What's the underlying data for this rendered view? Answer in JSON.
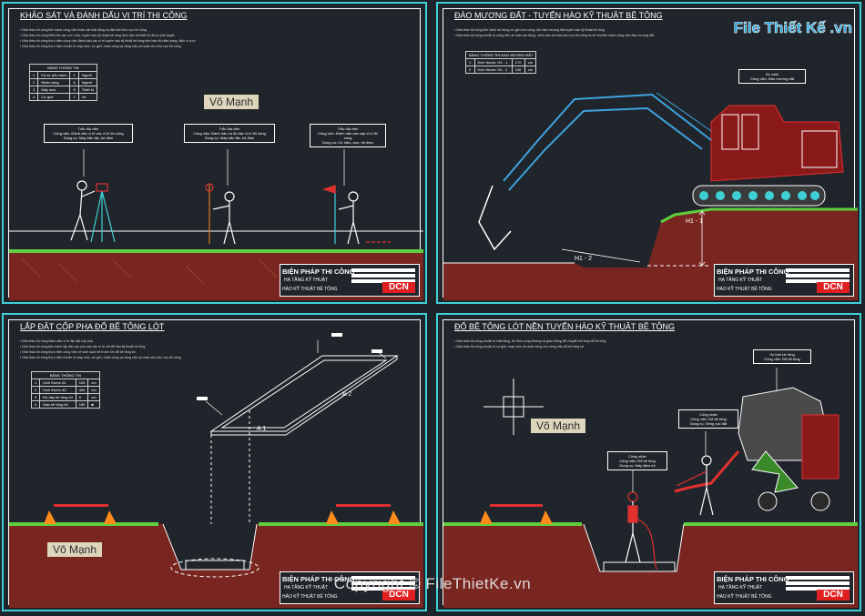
{
  "brand": {
    "name": "File Thiết Kế .vn",
    "sub": ""
  },
  "copyright": "Copyright © FileThietKe.vn",
  "title_block": {
    "line1": "BIỆN PHÁP THI CÔNG",
    "line2": "HẠ TẦNG KỸ THUẬT",
    "line3": "HÀO KỸ THUẬT BÊ TÔNG",
    "logo": "DCN"
  },
  "watermark": "Võ Mạnh",
  "panels": {
    "p1": {
      "title": "KHẢO SÁT VÀ ĐÁNH DẤU VỊ TRÍ THI CÔNG",
      "notes": [
        "Nhà thầu thi công tiến hành công việc khảo sát mặt bằng và địa hình khu vực thi công",
        "Nhà thầu thi công kiểm tra các vị trí mốc, tuyến hào kỹ thuật bê tông theo bản vẽ thiết kế được phê duyệt",
        "Nhà thầu thi công thực hiện công việc đánh dấu các vị trí tuyến hào kỹ thuật bê tông trên bản đồ hiện trạng, định vị vị trí",
        "Nhà thầu thi công thực hiện chuẩn bị máy móc, cơ giới, nhân công và công việc an toàn cho khu vực thi công"
      ],
      "table": {
        "header": "BẢNG THỐNG TIN",
        "rows": [
          [
            "1",
            "Kỹ sư phụ trách",
            "1",
            "Người"
          ],
          [
            "2",
            "Nhân công",
            "6",
            "Người"
          ],
          [
            "3",
            "Máy móc",
            "5",
            "Thiết bị"
          ],
          [
            "4",
            "Cờ giới",
            "1",
            "Xe"
          ]
        ]
      },
      "callouts": [
        "Trắc địa viên\nCông việc: Đánh dấu vị trí các vị trí thi công\nDụng cụ: Máy trắc địa, bộ đàm",
        "Trắc địa viên\nCông việc: Đánh dấu và đo đạc vị trí thi công\nDụng cụ: Máy trắc địa, bộ đàm",
        "Trắc địa viên\nCông việc: Đánh dấu các cấp vị trí thi công\nDụng cụ: Cờ hiệu, sơn, bộ đàm"
      ]
    },
    "p2": {
      "title": "ĐÀO MƯƠNG ĐẤT - TUYẾN HÀO KỸ THUẬT BÊ TÔNG",
      "notes": [
        "Nhà thầu thi công tiến hành sử dụng cơ giới cho công việc đào mương đất tuyến hào kỹ thuật bê tông",
        "Nhà thầu thi công chuẩn bị công việc an toàn lao động, cảnh báo an toàn khu vực thi công trước khi tiến hành công việc đào mương đất"
      ],
      "table": {
        "header": "BẢNG THÔNG TIN ĐÀO MƯƠNG ĐẤT",
        "rows": [
          [
            "1",
            "Kích thước: H1 - 1",
            "170",
            "cm"
          ],
          [
            "2",
            "Kích thước: H1 - 2",
            "140",
            "cm"
          ]
        ]
      },
      "callout": "Xe cuốc\nCông việc: Đào mương đất",
      "dim1": "H1 - 1",
      "dim2": "H1 - 2"
    },
    "p3": {
      "title": "LẮP ĐẶT CỐP PHA ĐỔ BÊ TÔNG LÓT",
      "notes": [
        "Nhà thầu thi công đánh dấu vị trí lắp đặt cốp pha",
        "Nhà thầu thi công tiến hành lắp đặt cốp pha cạo các vị trí cốt đổ hào kỹ thuật bê tông",
        "Nhà thầu thi công thực hiện công việc vệ sinh sạch sẽ trước khi đổ bê tông lót",
        "Nhà thầu thi công thực hiện chuẩn bị máy móc, cơ giới, nhân công và công việc an toàn cho khu vực thi công"
      ],
      "table": {
        "header": "BẢNG THÔNG TIN",
        "rows": [
          [
            "1",
            "Kích thước A1",
            "120",
            "cm"
          ],
          [
            "2",
            "Kích thước A2",
            "400",
            "cm"
          ],
          [
            "3",
            "Độ dày bê tông lót",
            "5",
            "cm"
          ],
          [
            "4",
            "Mác bê tông lót",
            "150",
            "■"
          ]
        ]
      },
      "labelA1": "A 1",
      "labelA2": "A 2"
    },
    "p4": {
      "title": "ĐỔ BÊ TÔNG LÓT NỀN TUYẾN HÀO KỸ THUẬT BÊ TÔNG",
      "notes": [
        "Nhà thầu thi công chuẩn bị mặt bằng, ổn định cung đường và giao thông để chuyển bê tông đổ bê tông",
        "Nhà thầu thi công chuẩn bị cơ giới, máy móc và nhân công cho công việc đổ bê tông lót"
      ],
      "callouts": [
        "Xe trộn bê tông\nCông việc: Đổ bê tông",
        "Công nhân\nCông việc: Đổ bê tông\nDụng cụ: Xẻng xúc đất",
        "Công nhân\nCông việc: Đổ bê tông\nDụng cụ: Máy đầm rùi"
      ]
    }
  }
}
